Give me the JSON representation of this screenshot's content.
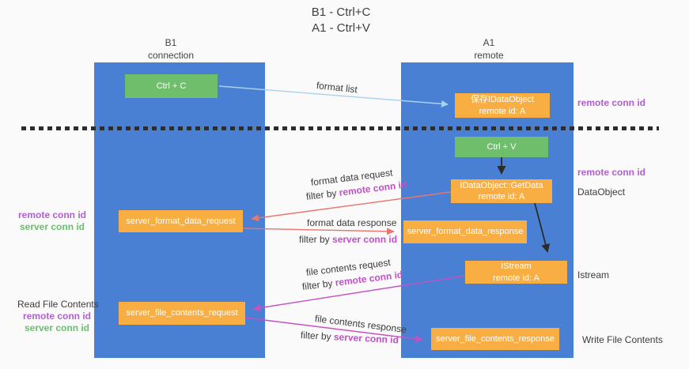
{
  "title": {
    "line1": "B1 - Ctrl+C",
    "line2": "A1 - Ctrl+V"
  },
  "columns": {
    "left": {
      "name": "B1",
      "role": "connection"
    },
    "right": {
      "name": "A1",
      "role": "remote"
    }
  },
  "nodes": {
    "ctrl_c": {
      "label": "Ctrl + C"
    },
    "ctrl_v": {
      "label": "Ctrl + V"
    },
    "save_dataobject": {
      "line1": "保存IDataObject",
      "line2": "remote id: A"
    },
    "getdata": {
      "line1": "IDataObject::GetData",
      "line2": "remote id: A"
    },
    "istream": {
      "line1": "IStream",
      "line2": "remote id: A"
    },
    "format_request": {
      "label": "server_format_data_request"
    },
    "format_response": {
      "label": "server_format_data_response"
    },
    "file_request": {
      "label": "server_file_contents_request"
    },
    "file_response": {
      "label": "server_file_contents_response"
    }
  },
  "arrow_labels": {
    "format_list": "format list",
    "format_data_request": "format data request",
    "format_data_response": "format data response",
    "file_contents_request": "file contents request",
    "file_contents_response": "file contents response",
    "filter_by": "filter by",
    "remote_conn_id": "remote conn id",
    "server_conn_id": "server conn id"
  },
  "side_labels": {
    "remote_conn_id_top": "remote conn id",
    "remote_conn_id_mid": "remote conn id",
    "dataobject": "DataObject",
    "istream": "Istream",
    "write_file_contents": "Write File Contents",
    "read_file_contents": "Read File Contents",
    "left_remote_conn_id_1": "remote conn id",
    "left_server_conn_id_1": "server conn id",
    "left_remote_conn_id_2": "remote conn id",
    "left_server_conn_id_2": "server conn id"
  },
  "colors": {
    "column_blue": "#4a80d4",
    "node_orange": "#f9ae44",
    "node_green": "#6fbe6c",
    "arrow_lightblue": "#a9d2ee",
    "arrow_salmon": "#e8766e",
    "arrow_magenta": "#c750c3",
    "arrow_black": "#2b2b2b",
    "remote_conn_purple": "#b25fd0",
    "server_conn_green": "#68c06c",
    "filter_magenta": "#c24fc8"
  }
}
